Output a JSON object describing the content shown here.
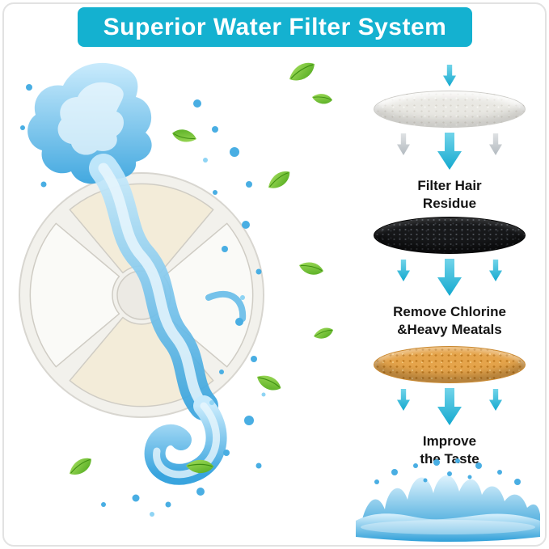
{
  "banner": {
    "label": "Superior Water Filter System",
    "bg_color": "#14b1d0",
    "text_color": "#ffffff"
  },
  "steps": [
    {
      "id": "filter-hair-residue",
      "label": "Filter Hair\nResidue",
      "disc_color": "#e9e8e3"
    },
    {
      "id": "remove-chlorine",
      "label": "Remove Chlorine\n&Heavy Meatals",
      "disc_color": "#17181a"
    },
    {
      "id": "improve-the-taste",
      "label": "Improve\nthe Taste",
      "disc_color": "#e5a44b"
    }
  ],
  "colors": {
    "accent_teal": "#14b1d0",
    "arrow_teal": "#14a9cf",
    "arrow_gray": "#b9bfc4",
    "water_blue": "#2e9fd8",
    "leaf_green": "#55b31e",
    "filter_cream": "#f3ecd9"
  },
  "icons": {
    "down_arrow": "down-arrow-icon",
    "leaf": "leaf-icon",
    "water_splash": "water-splash-graphic",
    "filter_disc": "round-filter-disc"
  }
}
